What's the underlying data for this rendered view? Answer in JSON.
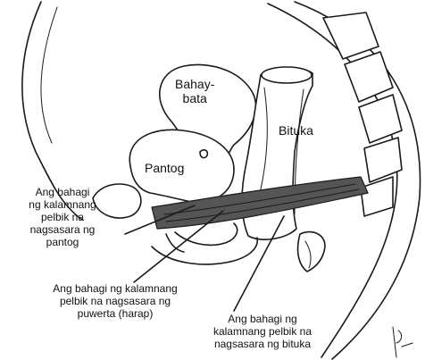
{
  "organs": {
    "uterus": [
      "Bahay-",
      "bata"
    ],
    "bladder": "Pantog",
    "bowel": "Bituka"
  },
  "callouts": {
    "bladder_muscle": [
      "Ang bahagi",
      "ng kalamnang",
      "pelbik na",
      "nagsasara ng",
      "pantog"
    ],
    "vagina_muscle": [
      "Ang bahagi ng kalamnang",
      "pelbik na nagsasara ng",
      "puwerta (harap)"
    ],
    "bowel_muscle": [
      "Ang bahagi ng",
      "kalamnang pelbik na",
      "nagsasara ng bituka"
    ]
  }
}
